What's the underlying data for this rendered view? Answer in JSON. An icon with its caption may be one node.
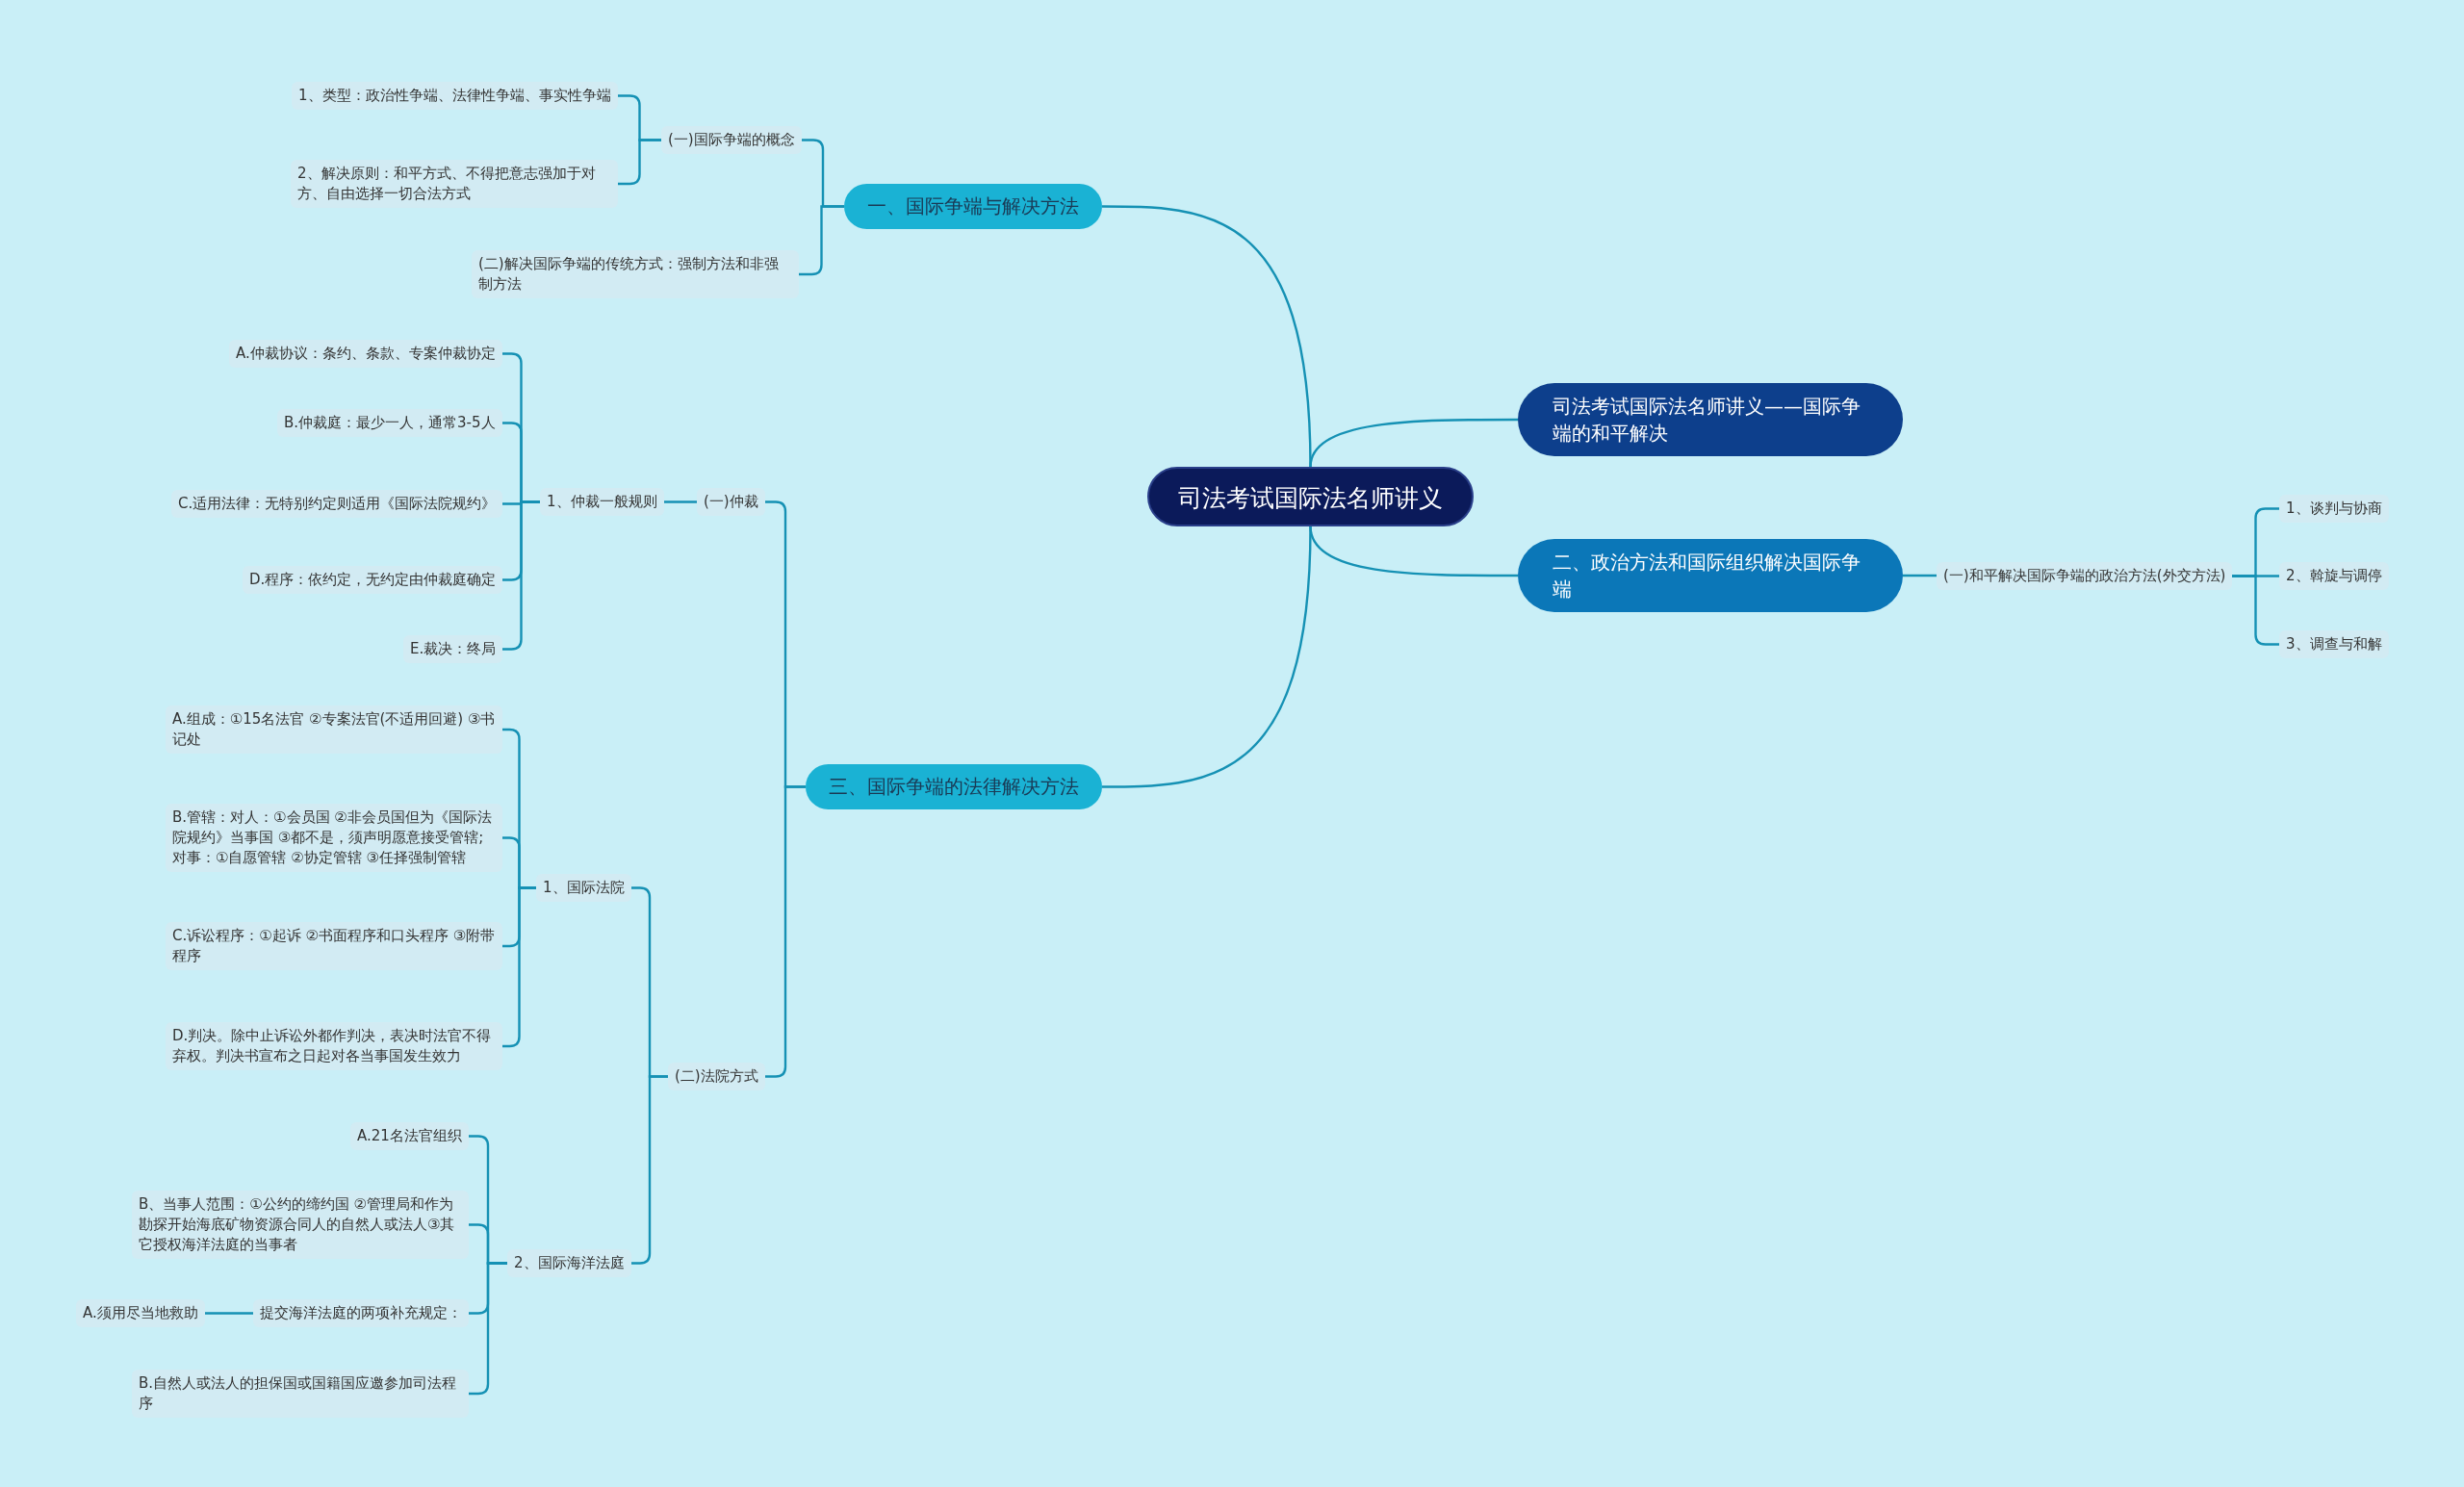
{
  "diagram": {
    "nodes": [
      {
        "text": [
          "司法考试国际法名师讲义"
        ]
      },
      {
        "text": [
          "一、国际争端与解决方法"
        ]
      },
      {
        "text": [
          "(一)国际争端的概念"
        ]
      },
      {
        "text": [
          "1、类型：政治性争端、法律性争端、事实性争端"
        ]
      },
      {
        "text": [
          "2、解决原则：和平方式、不得把意志强加于对方、自由选择一切合法方式"
        ]
      },
      {
        "text": [
          "(二)解决国际争端的传统方式：强制方法和非强制方法"
        ]
      },
      {
        "text": [
          "三、国际争端的法律解决方法"
        ]
      },
      {
        "text": [
          "(一)仲裁"
        ]
      },
      {
        "text": [
          "1、仲裁一般规则"
        ]
      },
      {
        "text": [
          "A.仲裁协议：条约、条款、专案仲裁协定"
        ]
      },
      {
        "text": [
          "B.仲裁庭：最少一人，通常3-5人"
        ]
      },
      {
        "text": [
          "C.适用法律：无特别约定则适用《国际法院规约》"
        ]
      },
      {
        "text": [
          "D.程序：依约定，无约定由仲裁庭确定"
        ]
      },
      {
        "text": [
          "E.裁决：终局"
        ]
      },
      {
        "text": [
          "(二)法院方式"
        ]
      },
      {
        "text": [
          "1、国际法院"
        ]
      },
      {
        "text": [
          "A.组成：①15名法官 ②专案法官(不适用回避) ③书记处"
        ]
      },
      {
        "text": [
          "B.管辖：对人：①会员国 ②非会员国但为《国际法院规约》当事国 ③都不是，须声明愿意接受管辖;对事：①自愿管辖 ②协定管辖 ③任择强制管辖"
        ]
      },
      {
        "text": [
          "C.诉讼程序：①起诉 ②书面程序和口头程序 ③附带程序"
        ]
      },
      {
        "text": [
          "D.判决。除中止诉讼外都作判决，表决时法官不得弃权。判决书宣布之日起对各当事国发生效力"
        ]
      },
      {
        "text": [
          "2、国际海洋法庭"
        ]
      },
      {
        "text": [
          "A.21名法官组织"
        ]
      },
      {
        "text": [
          "B、当事人范围：①公约的缔约国 ②管理局和作为勘探开始海底矿物资源合同人的自然人或法人③其它授权海洋法庭的当事者"
        ]
      },
      {
        "text": [
          "提交海洋法庭的两项补充规定："
        ]
      },
      {
        "text": [
          "A.须用尽当地救助"
        ]
      },
      {
        "text": [
          "B.自然人或法人的担保国或国籍国应邀参加司法程序"
        ]
      },
      {
        "text": [
          "司法考试国际法名师讲义——国际争端的和平解决"
        ]
      },
      {
        "text": [
          "二、政治方法和国际组织解决国际争端"
        ]
      },
      {
        "text": [
          "(一)和平解决国际争端的政治方法(外交方法)"
        ]
      },
      {
        "text": [
          "1、谈判与协商"
        ]
      },
      {
        "text": [
          "2、斡旋与调停"
        ]
      },
      {
        "text": [
          "3、调查与和解"
        ]
      }
    ],
    "edges": [
      {
        "from": 0,
        "to": 1,
        "arrow": "none"
      },
      {
        "from": 1,
        "to": 2,
        "arrow": "none"
      },
      {
        "from": 2,
        "to": 3,
        "arrow": "none"
      },
      {
        "from": 2,
        "to": 4,
        "arrow": "none"
      },
      {
        "from": 1,
        "to": 5,
        "arrow": "none"
      },
      {
        "from": 0,
        "to": 6,
        "arrow": "none"
      },
      {
        "from": 6,
        "to": 7,
        "arrow": "none"
      },
      {
        "from": 7,
        "to": 8,
        "arrow": "none"
      },
      {
        "from": 8,
        "to": 9,
        "arrow": "none"
      },
      {
        "from": 8,
        "to": 10,
        "arrow": "none"
      },
      {
        "from": 8,
        "to": 11,
        "arrow": "none"
      },
      {
        "from": 8,
        "to": 12,
        "arrow": "none"
      },
      {
        "from": 8,
        "to": 13,
        "arrow": "none"
      },
      {
        "from": 6,
        "to": 14,
        "arrow": "none"
      },
      {
        "from": 14,
        "to": 15,
        "arrow": "none"
      },
      {
        "from": 15,
        "to": 16,
        "arrow": "none"
      },
      {
        "from": 15,
        "to": 17,
        "arrow": "none"
      },
      {
        "from": 15,
        "to": 18,
        "arrow": "none"
      },
      {
        "from": 15,
        "to": 19,
        "arrow": "none"
      },
      {
        "from": 14,
        "to": 20,
        "arrow": "none"
      },
      {
        "from": 20,
        "to": 21,
        "arrow": "none"
      },
      {
        "from": 20,
        "to": 22,
        "arrow": "none"
      },
      {
        "from": 20,
        "to": 23,
        "arrow": "none"
      },
      {
        "from": 23,
        "to": 24,
        "arrow": "none"
      },
      {
        "from": 20,
        "to": 25,
        "arrow": "none"
      },
      {
        "from": 0,
        "to": 26,
        "arrow": "none"
      },
      {
        "from": 0,
        "to": 27,
        "arrow": "none"
      },
      {
        "from": 27,
        "to": 28,
        "arrow": "none"
      },
      {
        "from": 28,
        "to": 29,
        "arrow": "none"
      },
      {
        "from": 28,
        "to": 30,
        "arrow": "none"
      },
      {
        "from": 28,
        "to": 31,
        "arrow": "none"
      }
    ]
  }
}
